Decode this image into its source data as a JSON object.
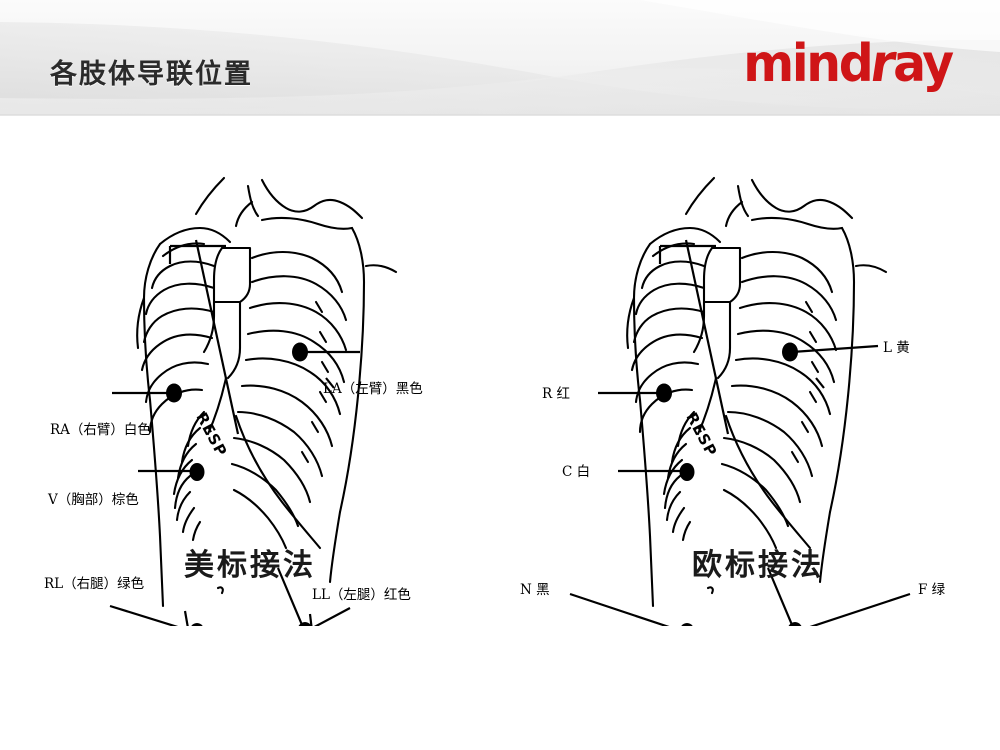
{
  "header": {
    "title": "各肢体导联位置",
    "brand": {
      "part1": "mind",
      "part2": "r",
      "part3": "ay",
      "full": "mindray",
      "color": "#cf1517"
    }
  },
  "colors": {
    "brand_red": "#cf1517",
    "header_gradient_top": "#fbfbfb",
    "header_gradient_bottom": "#e4e4e4",
    "line_art": "#000000",
    "title_text": "#2b2b2b",
    "page_background": "#ffffff"
  },
  "panels": [
    {
      "id": "us",
      "caption": "美标接法",
      "resp_text": "RESP",
      "labels": [
        {
          "key": "la",
          "text": "LA（左臂）黑色",
          "anchor": "start"
        },
        {
          "key": "ra",
          "text": "RA（右臂）白色",
          "anchor": "start"
        },
        {
          "key": "v",
          "text": "V（胸部）棕色",
          "anchor": "start"
        },
        {
          "key": "rl",
          "text": "RL（右腿）绿色",
          "anchor": "start"
        },
        {
          "key": "ll",
          "text": "LL（左腿）红色",
          "anchor": "start"
        }
      ]
    },
    {
      "id": "eu",
      "caption": "欧标接法",
      "resp_text": "RESP",
      "labels": [
        {
          "key": "l",
          "text": "L 黄",
          "anchor": "start"
        },
        {
          "key": "r",
          "text": "R 红",
          "anchor": "start"
        },
        {
          "key": "c",
          "text": "C 白",
          "anchor": "start"
        },
        {
          "key": "n",
          "text": "N 黑",
          "anchor": "start"
        },
        {
          "key": "f",
          "text": "F 绿",
          "anchor": "start"
        }
      ]
    }
  ]
}
